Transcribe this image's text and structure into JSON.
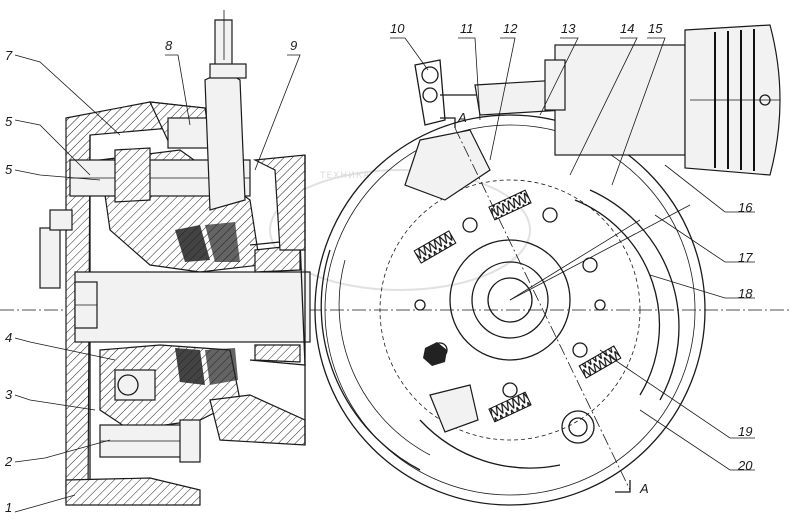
{
  "callouts": [
    "1",
    "2",
    "3",
    "4",
    "5",
    "5",
    "7",
    "8",
    "9",
    "10",
    "11",
    "12",
    "13",
    "14",
    "15",
    "16",
    "17",
    "18",
    "19",
    "20"
  ],
  "section_label": "A",
  "watermark": "ТЕХНИКА"
}
